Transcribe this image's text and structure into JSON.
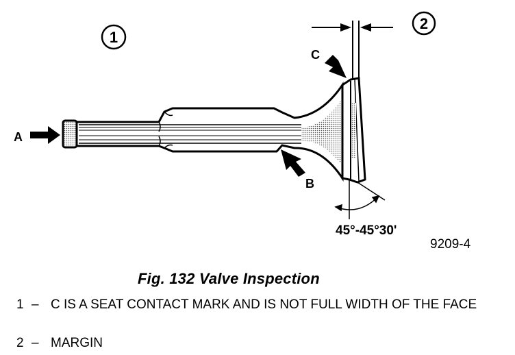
{
  "callouts": {
    "one": "1",
    "two": "2",
    "a": "A",
    "b": "B",
    "c": "C"
  },
  "angle_label": "45°-45°30'",
  "figure_number": "9209-4",
  "caption": "Fig. 132 Valve Inspection",
  "legend": [
    {
      "num": "1",
      "dash": "–",
      "text": "C IS A SEAT CONTACT MARK AND IS NOT FULL WIDTH OF THE FACE"
    },
    {
      "num": "2",
      "dash": "–",
      "text": "MARGIN"
    }
  ]
}
